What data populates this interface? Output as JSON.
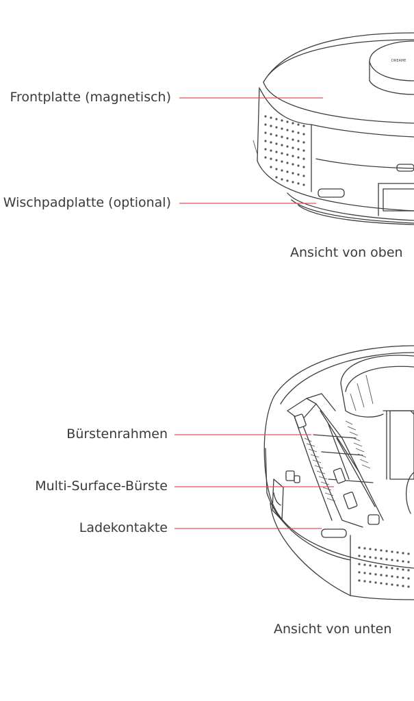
{
  "top_view": {
    "caption": "Ansicht von oben",
    "labels": [
      {
        "id": "frontplatte",
        "text": "Frontplatte (magnetisch)"
      },
      {
        "id": "wischpadplatte",
        "text": "Wischpadplatte (optional)"
      }
    ]
  },
  "bottom_view": {
    "caption": "Ansicht von unten",
    "labels": [
      {
        "id": "buerstenrahmen",
        "text": "Bürstenrahmen"
      },
      {
        "id": "multi-surface-buerste",
        "text": "Multi-Surface-Bürste"
      },
      {
        "id": "ladekontakte",
        "text": "Ladekontakte"
      }
    ]
  },
  "colors": {
    "leader_line": "#e0505a",
    "drawing_line": "#3c3c3c",
    "text": "#3a3a3a"
  }
}
